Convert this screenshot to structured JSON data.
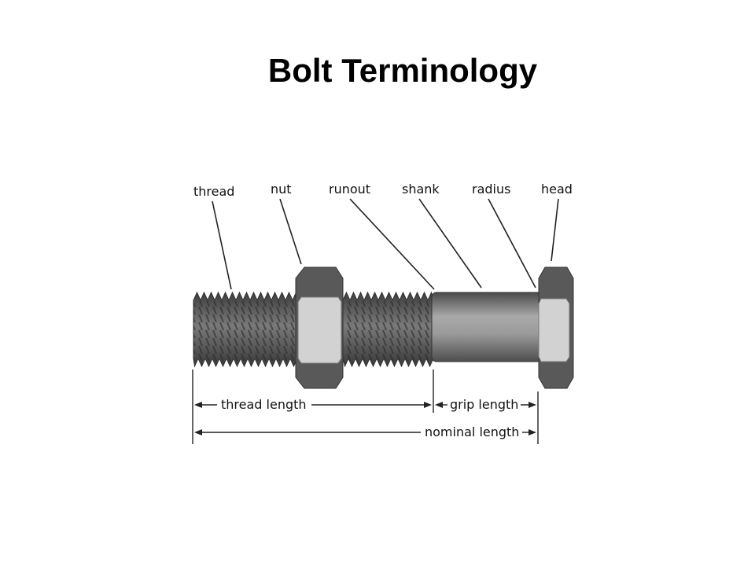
{
  "title": "Bolt Terminology",
  "labels": {
    "thread": "thread",
    "nut": "nut",
    "runout": "runout",
    "shank": "shank",
    "radius": "radius",
    "head": "head"
  },
  "dimensions": {
    "thread_length": "thread length",
    "grip_length": "grip length",
    "nominal_length": "nominal length"
  },
  "colors": {
    "metal_dark": "#5a5a5a",
    "metal_mid": "#8a8a8a",
    "metal_light": "#d4d4d4",
    "line": "#222222"
  }
}
